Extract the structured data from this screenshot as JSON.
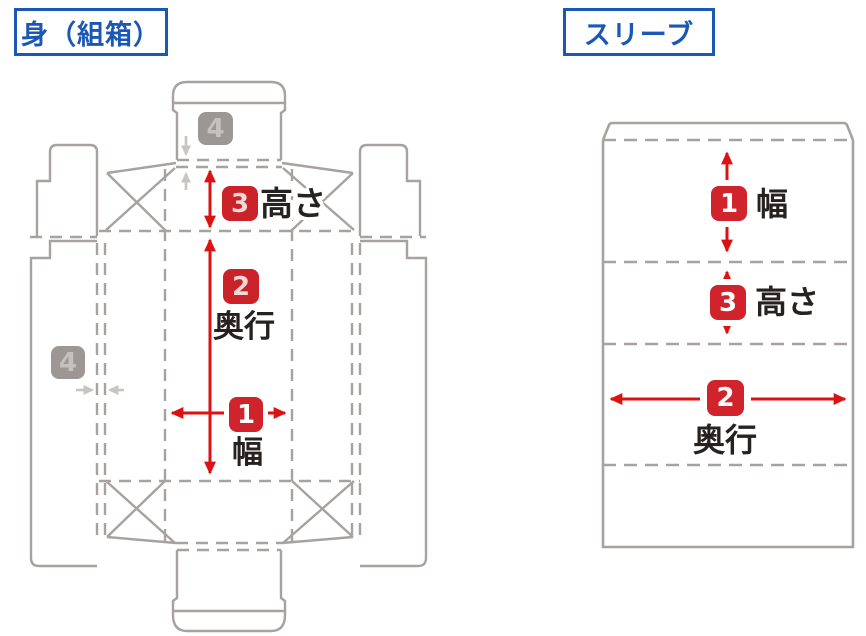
{
  "left_panel": {
    "title": "身（組箱）",
    "badges": {
      "height": "3",
      "depth": "2",
      "width": "1",
      "gap_top": "4",
      "gap_side": "4"
    },
    "labels": {
      "height": "高さ",
      "depth": "奥行",
      "width": "幅"
    }
  },
  "right_panel": {
    "title": "スリーブ",
    "badges": {
      "width": "1",
      "height": "3",
      "depth": "2"
    },
    "labels": {
      "width": "幅",
      "height": "高さ",
      "depth": "奥行"
    }
  },
  "colors": {
    "title_blue": "#1b58b5",
    "badge_red": "#cb2229",
    "badge_red_bright": "#d0232b",
    "arrow_red": "#dc1212",
    "dieline_gray": "#a7a19f",
    "badge_gray": "#9c9694",
    "badge_gray_digit": "#c6c1bf",
    "gray_arrow": "#c9c4c2",
    "text_black": "#262220",
    "halo_white": "#ffffff"
  }
}
